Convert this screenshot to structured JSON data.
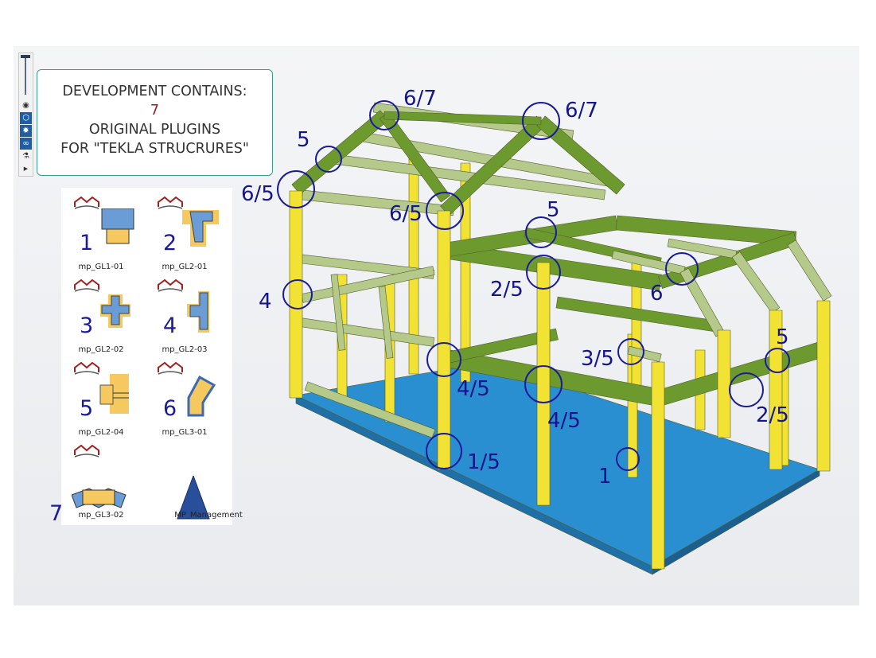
{
  "info_box": {
    "line1": "DEVELOPMENT CONTAINS:",
    "count": "7",
    "line2": "ORIGINAL PLUGINS",
    "line3": "FOR \"TEKLA STRUCRURES\""
  },
  "toolbar": {
    "icons": [
      "eye-icon",
      "cube-icon",
      "gear-icon",
      "link-icon",
      "wizard-icon",
      "play-icon"
    ]
  },
  "plugins": [
    {
      "num": "1",
      "name": "mp_GL1-01"
    },
    {
      "num": "2",
      "name": "mp_GL2-01"
    },
    {
      "num": "3",
      "name": "mp_GL2-02"
    },
    {
      "num": "4",
      "name": "mp_GL2-03"
    },
    {
      "num": "5",
      "name": "mp_GL2-04"
    },
    {
      "num": "6",
      "name": "mp_GL3-01"
    },
    {
      "num": "7",
      "name": "mp_GL3-02"
    },
    {
      "num": "",
      "name": "MP_Management"
    }
  ],
  "annotations": [
    "6/7",
    "6/7",
    "5",
    "6/5",
    "6/5",
    "5",
    "2/5",
    "6",
    "4",
    "3/5",
    "5",
    "4/5",
    "4/5",
    "2/5",
    "1/5",
    "1"
  ],
  "colors": {
    "post": "#f2e233",
    "beam": "#6d9a2f",
    "rafter": "#b5c98a",
    "floor": "#2a8fd0",
    "annotation": "#14148c"
  }
}
